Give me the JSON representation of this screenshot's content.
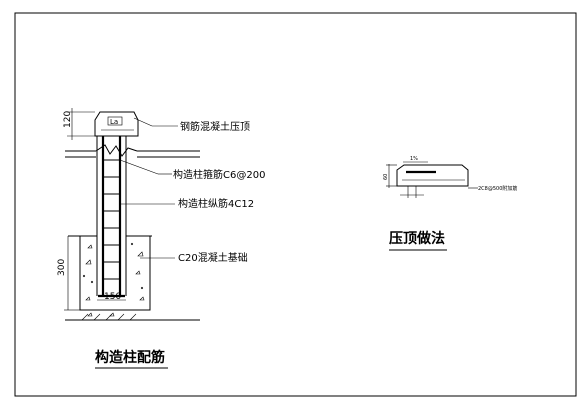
{
  "left_detail": {
    "label_cap": "钢筋混凝土压顶",
    "label_tie": "构造柱箍筋C6@200",
    "label_long": "构造柱纵筋4C12",
    "label_found": "C20混凝土基础",
    "cap_tag": "La",
    "dim_top": "120",
    "dim_found": "300",
    "dim_width": "150",
    "title": "构造柱配筋"
  },
  "right_detail": {
    "slope": "1%",
    "dim_h": "60",
    "note": "2C8@500附加筋",
    "title": "压顶做法"
  }
}
